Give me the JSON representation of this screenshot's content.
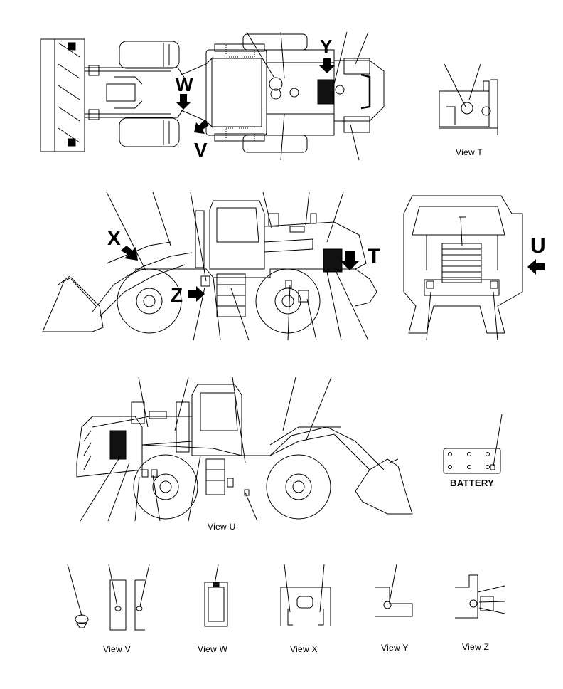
{
  "views": {
    "view_t": "View T",
    "view_u": "View U",
    "view_v": "View V",
    "view_w": "View W",
    "view_x": "View X",
    "view_y": "View Y",
    "view_z": "View Z",
    "battery": "BATTERY"
  },
  "arrows": {
    "w": "W",
    "y": "Y",
    "v": "V",
    "x": "X",
    "z": "Z",
    "t": "T",
    "u": "U"
  },
  "colors": {
    "line": "#000000",
    "background": "#ffffff",
    "fill_dark": "#111111"
  }
}
